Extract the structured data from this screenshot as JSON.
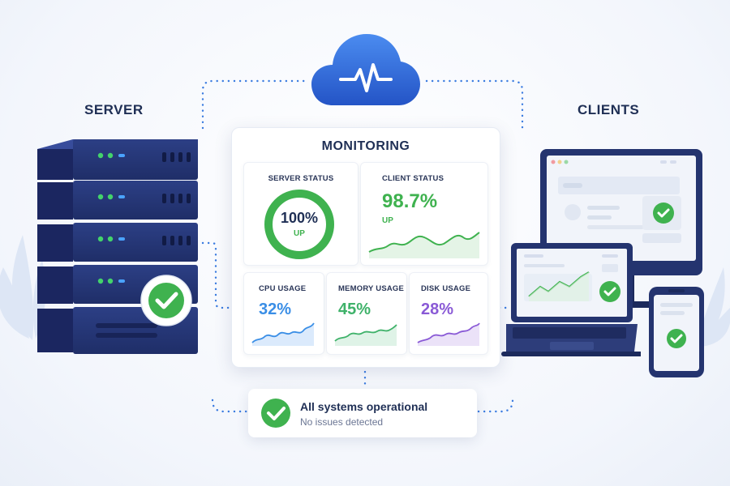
{
  "labels": {
    "server": "SERVER",
    "clients": "CLIENTS"
  },
  "monitoring": {
    "title": "MONITORING",
    "server_status": {
      "label": "SERVER STATUS",
      "percent_value": "100%",
      "state": "UP",
      "gauge_fraction": 1.0
    },
    "client_status": {
      "label": "CLIENT STATUS",
      "value": "98.7%",
      "state": "UP"
    },
    "cpu": {
      "label": "CPU USAGE",
      "value": "32%"
    },
    "memory": {
      "label": "MEMORY USAGE",
      "value": "45%"
    },
    "disk": {
      "label": "DISK USAGE",
      "value": "28%"
    }
  },
  "status": {
    "title": "All systems operational",
    "subtitle": "No issues detected"
  },
  "colors": {
    "green": "#3fb24f",
    "blue": "#3a8ee6",
    "teal": "#3fb26a",
    "purple": "#8a5ad6",
    "navy": "#1f2f55",
    "cloud": "#2f6fd8"
  },
  "icons": [
    "heartbeat-icon",
    "check-icon",
    "server-rack-icon",
    "desktop-icon",
    "laptop-icon",
    "phone-icon",
    "leaf-icon"
  ]
}
